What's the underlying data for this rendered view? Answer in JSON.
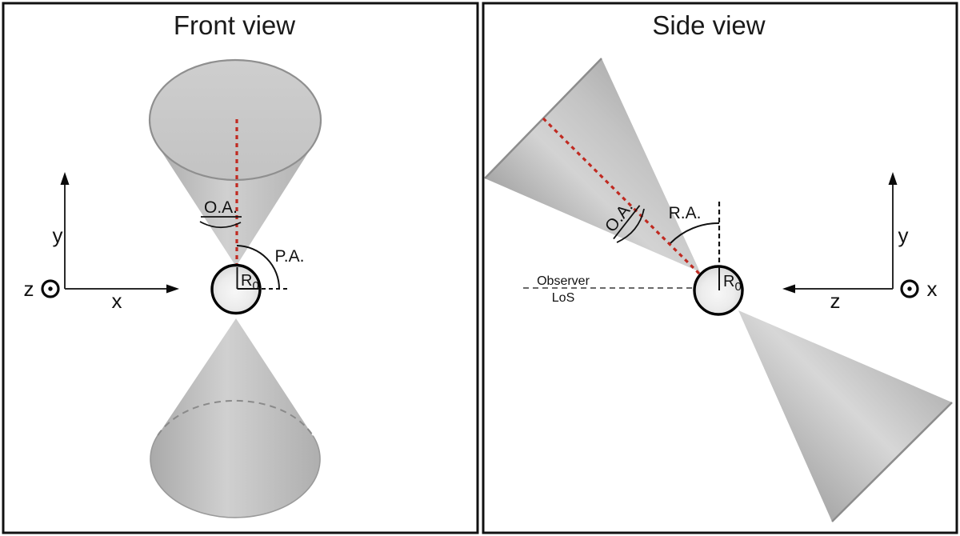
{
  "figure": {
    "front_view": {
      "title": "Front view",
      "opening_angle_label": "O.A.",
      "position_angle_label": "P.A.",
      "radius_label": "R",
      "radius_sub": "0",
      "axes": {
        "x": "x",
        "y": "y",
        "z": "z"
      }
    },
    "side_view": {
      "title": "Side view",
      "opening_angle_label": "O.A.",
      "rotation_angle_label": "R.A.",
      "radius_label": "R",
      "radius_sub": "0",
      "observer_label": "Observer",
      "los_label": "LoS",
      "axes": {
        "x": "x",
        "y": "y",
        "z": "z"
      }
    },
    "colors": {
      "axis_red": "#c02a21",
      "cone_gray": "#c6c6c6",
      "outline": "#111111"
    }
  }
}
